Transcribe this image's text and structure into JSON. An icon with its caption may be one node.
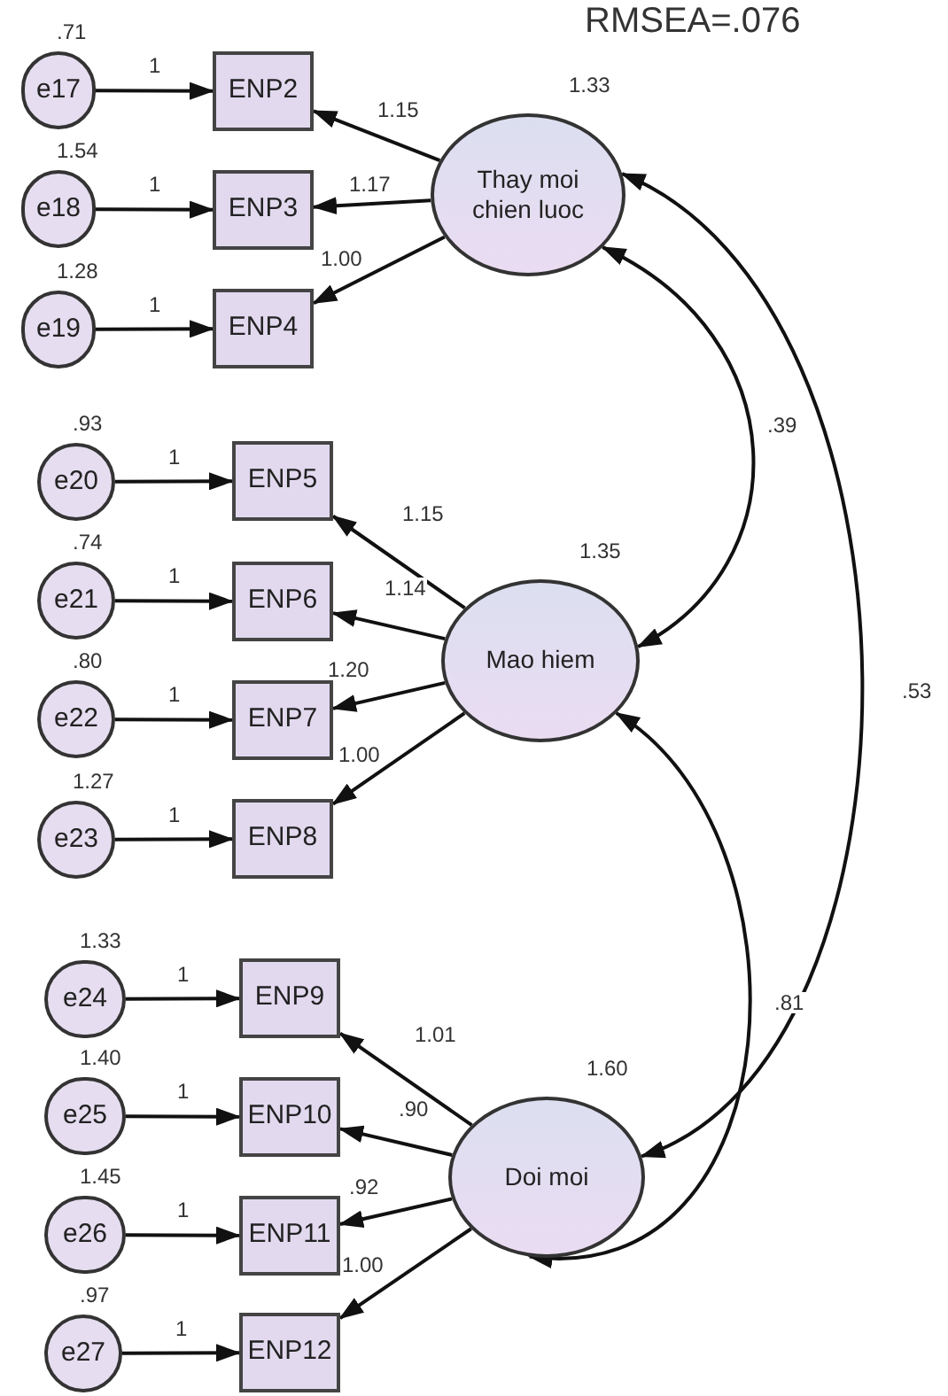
{
  "diagram": {
    "nodes": [
      {
        "text": [
          "e17"
        ],
        "beside": [
          ".71"
        ]
      },
      {
        "text": [
          "e18"
        ],
        "beside": [
          "1.54"
        ]
      },
      {
        "text": [
          "e19"
        ],
        "beside": [
          "1.28"
        ]
      },
      {
        "text": [
          "ENP2"
        ]
      },
      {
        "text": [
          "ENP3"
        ]
      },
      {
        "text": [
          "ENP4"
        ]
      },
      {
        "text": [
          "Thay moi chien luoc"
        ],
        "beside": [
          "1.33"
        ]
      },
      {
        "text": [
          "e20"
        ],
        "beside": [
          ".93"
        ]
      },
      {
        "text": [
          "e21"
        ],
        "beside": [
          ".74"
        ]
      },
      {
        "text": [
          "e22"
        ],
        "beside": [
          ".80"
        ]
      },
      {
        "text": [
          "e23"
        ],
        "beside": [
          "1.27"
        ]
      },
      {
        "text": [
          "ENP5"
        ]
      },
      {
        "text": [
          "ENP6"
        ]
      },
      {
        "text": [
          "ENP7"
        ]
      },
      {
        "text": [
          "ENP8"
        ]
      },
      {
        "text": [
          "Mao hiem"
        ],
        "beside": [
          "1.35"
        ]
      },
      {
        "text": [
          "e24"
        ],
        "beside": [
          "1.33"
        ]
      },
      {
        "text": [
          "e25"
        ],
        "beside": [
          "1.40"
        ]
      },
      {
        "text": [
          "e26"
        ],
        "beside": [
          "1.45"
        ]
      },
      {
        "text": [
          "e27"
        ],
        "beside": [
          ".97"
        ]
      },
      {
        "text": [
          "ENP9"
        ]
      },
      {
        "text": [
          "ENP10"
        ]
      },
      {
        "text": [
          "ENP11"
        ]
      },
      {
        "text": [
          "ENP12"
        ]
      },
      {
        "text": [
          "Doi moi"
        ],
        "beside": [
          "1.60"
        ]
      }
    ],
    "edges": [
      {
        "from": 0,
        "to": 3,
        "arrow": "to",
        "label": "1"
      },
      {
        "from": 1,
        "to": 4,
        "arrow": "to",
        "label": "1"
      },
      {
        "from": 2,
        "to": 5,
        "arrow": "to",
        "label": "1"
      },
      {
        "from": 6,
        "to": 3,
        "arrow": "to",
        "label": "1.15"
      },
      {
        "from": 6,
        "to": 4,
        "arrow": "to",
        "label": "1.17"
      },
      {
        "from": 6,
        "to": 5,
        "arrow": "to",
        "label": "1.00"
      },
      {
        "from": 7,
        "to": 11,
        "arrow": "to",
        "label": "1"
      },
      {
        "from": 8,
        "to": 12,
        "arrow": "to",
        "label": "1"
      },
      {
        "from": 9,
        "to": 13,
        "arrow": "to",
        "label": "1"
      },
      {
        "from": 10,
        "to": 14,
        "arrow": "to",
        "label": "1"
      },
      {
        "from": 15,
        "to": 11,
        "arrow": "to",
        "label": "1.15"
      },
      {
        "from": 15,
        "to": 12,
        "arrow": "to",
        "label": "1.14"
      },
      {
        "from": 15,
        "to": 13,
        "arrow": "to",
        "label": "1.20"
      },
      {
        "from": 15,
        "to": 14,
        "arrow": "to",
        "label": "1.00"
      },
      {
        "from": 16,
        "to": 20,
        "arrow": "to",
        "label": "1"
      },
      {
        "from": 17,
        "to": 21,
        "arrow": "to",
        "label": "1"
      },
      {
        "from": 18,
        "to": 22,
        "arrow": "to",
        "label": "1"
      },
      {
        "from": 19,
        "to": 23,
        "arrow": "to",
        "label": "1"
      },
      {
        "from": 24,
        "to": 20,
        "arrow": "to",
        "label": "1.01"
      },
      {
        "from": 24,
        "to": 21,
        "arrow": "to",
        "label": ".90"
      },
      {
        "from": 24,
        "to": 22,
        "arrow": "to",
        "label": ".92"
      },
      {
        "from": 24,
        "to": 23,
        "arrow": "to",
        "label": "1.00"
      },
      {
        "from": 6,
        "to": 15,
        "arrow": "both",
        "label": ".39"
      },
      {
        "from": 6,
        "to": 24,
        "arrow": "both",
        "label": ".53"
      },
      {
        "from": 15,
        "to": 24,
        "arrow": "both",
        "label": ".81"
      }
    ],
    "labels": [
      "RMSEA=.076"
    ]
  }
}
